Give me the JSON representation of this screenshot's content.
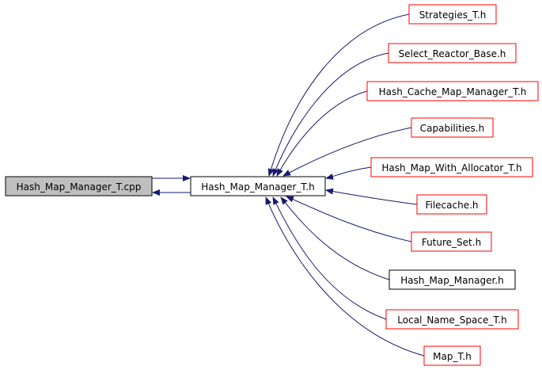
{
  "source_node": {
    "label": "Hash_Map_Manager_T.cpp",
    "fill": "#bfbfbf",
    "border": "#000000"
  },
  "center_node": {
    "label": "Hash_Map_Manager_T.h",
    "fill": "#ffffff",
    "border": "#000000"
  },
  "includers": [
    {
      "label": "Strategies_T.h",
      "border": "#ff0000"
    },
    {
      "label": "Select_Reactor_Base.h",
      "border": "#ff0000"
    },
    {
      "label": "Hash_Cache_Map_Manager_T.h",
      "border": "#ff0000"
    },
    {
      "label": "Capabilities.h",
      "border": "#ff0000"
    },
    {
      "label": "Hash_Map_With_Allocator_T.h",
      "border": "#ff0000"
    },
    {
      "label": "Filecache.h",
      "border": "#ff0000"
    },
    {
      "label": "Future_Set.h",
      "border": "#ff0000"
    },
    {
      "label": "Hash_Map_Manager.h",
      "border": "#000000"
    },
    {
      "label": "Local_Name_Space_T.h",
      "border": "#ff0000"
    },
    {
      "label": "Map_T.h",
      "border": "#ff0000"
    }
  ],
  "edge_color": "#191970"
}
